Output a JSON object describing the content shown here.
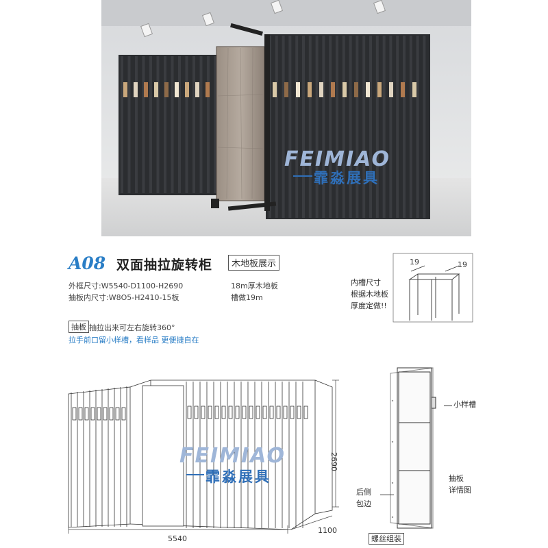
{
  "product": {
    "code": "A08",
    "title": "双面抽拉旋转柜",
    "tag": "木地板展示"
  },
  "specs": {
    "outer_frame": "外框尺寸:W5540-D1100-H2690",
    "inner_drawer": "抽板内尺寸:W8O5-H2410-15板",
    "floor_thickness": "18m厚木地板",
    "slot_depth": "槽做19m"
  },
  "slot_note": {
    "line1": "内槽尺寸",
    "line2": "根据木地板",
    "line3": "厚度定做!!",
    "dim_left": "19",
    "dim_right": "19"
  },
  "drawer": {
    "tag": "抽板",
    "desc": "抽拉出来可左右旋转360°",
    "highlight": "拉手前口留小样槽，看样品 更便捷自在"
  },
  "watermark": {
    "en": "FEIMIAO",
    "cn": "霏淼展具"
  },
  "drawing": {
    "width_label": "5540",
    "depth_label": "1100",
    "height_label": "2690"
  },
  "detail": {
    "sample_slot": "小样槽",
    "back_edge_1": "后侧",
    "back_edge_2": "包边",
    "panel_1": "抽板",
    "panel_2": "详情图",
    "screw": "螺丝组装"
  }
}
